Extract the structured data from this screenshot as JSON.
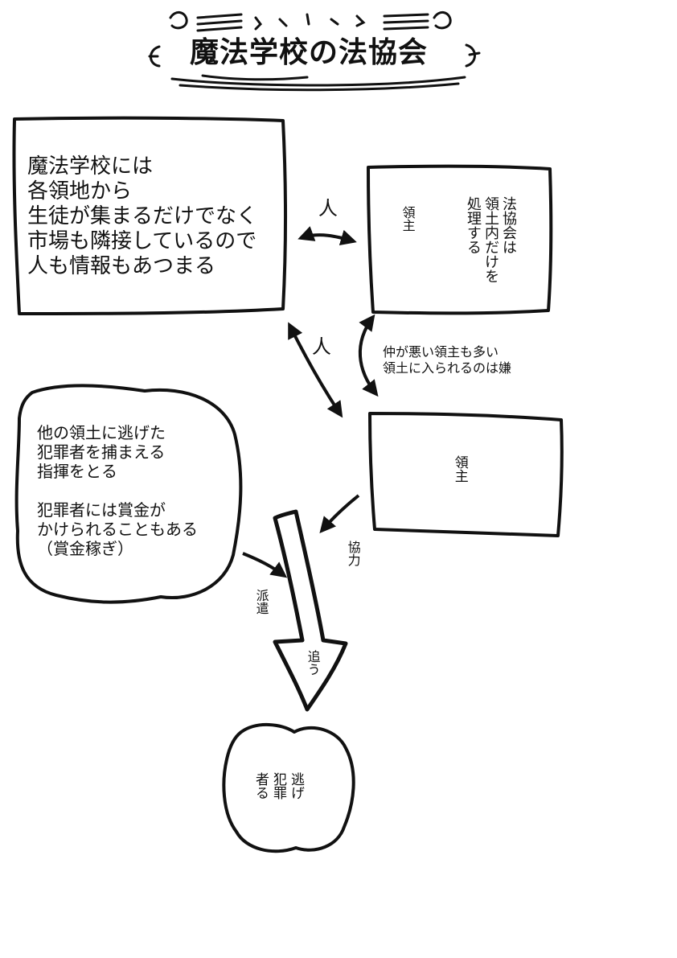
{
  "title": "魔法学校の法協会",
  "school_box": {
    "lines": [
      "魔法学校には",
      "各領地から",
      "生徒が集まるだけでなく",
      "市場も隣接しているので",
      "人も情報もあつまる"
    ]
  },
  "labels": {
    "human_top": "人",
    "human_diag": "人",
    "cooperation": "協力",
    "dispatch": "派遣",
    "chase": "追う"
  },
  "lord_box_top": {
    "lord": "領主",
    "policy_lines": [
      "法協会は",
      "領土内だけを",
      "処理する"
    ]
  },
  "note": {
    "lines": [
      "仲が悪い領主も多い",
      "領土に入られるのは嫌"
    ]
  },
  "lord_box_bottom": {
    "lord": "領主"
  },
  "left_cloud": {
    "lines": [
      "他の領土に逃げた",
      "犯罪者を捕まえる",
      "指揮をとる",
      "",
      "犯罪者には賞金が",
      "かけられることもある",
      "（賞金稼ぎ）"
    ]
  },
  "criminal_cloud": {
    "lines": [
      "逃げ",
      "犯罪",
      "者る"
    ]
  }
}
